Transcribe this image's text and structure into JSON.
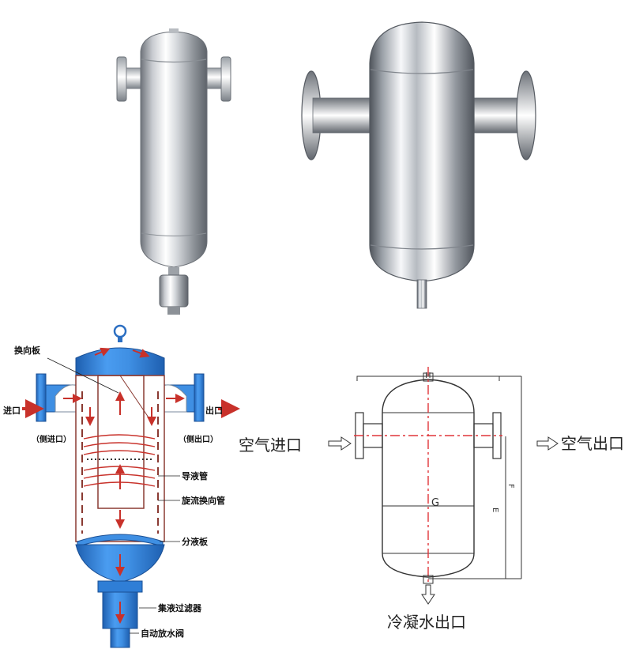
{
  "cutaway_diagram": {
    "callouts": {
      "baffle": "换向板",
      "inlet": "进口",
      "side_inlet": "（侧进口）",
      "outlet": "出口",
      "side_outlet": "（侧出口）",
      "drain_pipe": "导液管",
      "swirl_tube": "旋流换向管",
      "separator_plate": "分液板",
      "collector_filter": "集液过滤器",
      "auto_drain_valve": "自动放水阀"
    }
  },
  "dimension_drawing": {
    "labels": {
      "air_inlet": "空气进口",
      "air_outlet": "空气出口",
      "condensate_outlet": "冷凝水出口",
      "dim_h": "H",
      "dim_g": "G",
      "dim_f": "F",
      "dim_e": "E"
    }
  },
  "colors": {
    "steel_light": "#f2f3f5",
    "steel_dark": "#7b8087",
    "tank_blue": "#3f8fe3",
    "tank_blue_dark": "#1e5fb0",
    "flow_red": "#c8312a",
    "dash_red": "#e0353a"
  }
}
